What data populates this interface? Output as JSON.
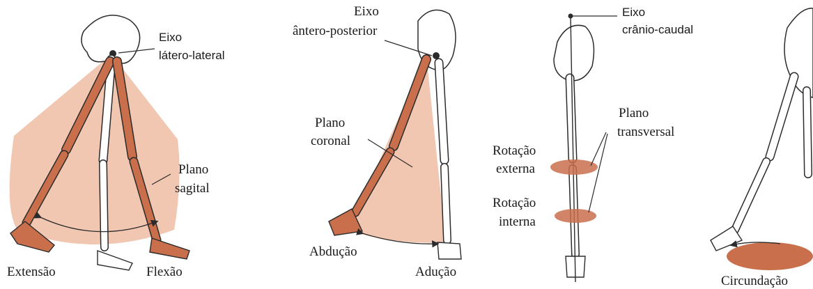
{
  "colors": {
    "fan": "#f2c7b2",
    "bone_highlight": "#c96f4c",
    "bone_outline": "#2b2b2b",
    "bone_white": "#ffffff",
    "text": "#1a1a1a"
  },
  "panels": [
    {
      "id": "flexao-extensao",
      "axis_label_line1": "Eixo",
      "axis_label_line2": "látero-lateral",
      "plane_label_line1": "Plano",
      "plane_label_line2": "sagital",
      "motion_left": "Extensão",
      "motion_right": "Flexão"
    },
    {
      "id": "abducao-aducao",
      "axis_label_line1": "Eixo",
      "axis_label_line2": "ântero-posterior",
      "plane_label_line1": "Plano",
      "plane_label_line2": "coronal",
      "motion_left": "Abdução",
      "motion_right": "Adução"
    },
    {
      "id": "rotacao",
      "axis_label_line1": "Eixo",
      "axis_label_line2": "crânio-caudal",
      "plane_label_line1": "Plano",
      "plane_label_line2": "transversal",
      "rot_ext_line1": "Rotação",
      "rot_ext_line2": "externa",
      "rot_int_line1": "Rotação",
      "rot_int_line2": "interna"
    },
    {
      "id": "circundacao",
      "motion_label": "Circundação"
    }
  ]
}
